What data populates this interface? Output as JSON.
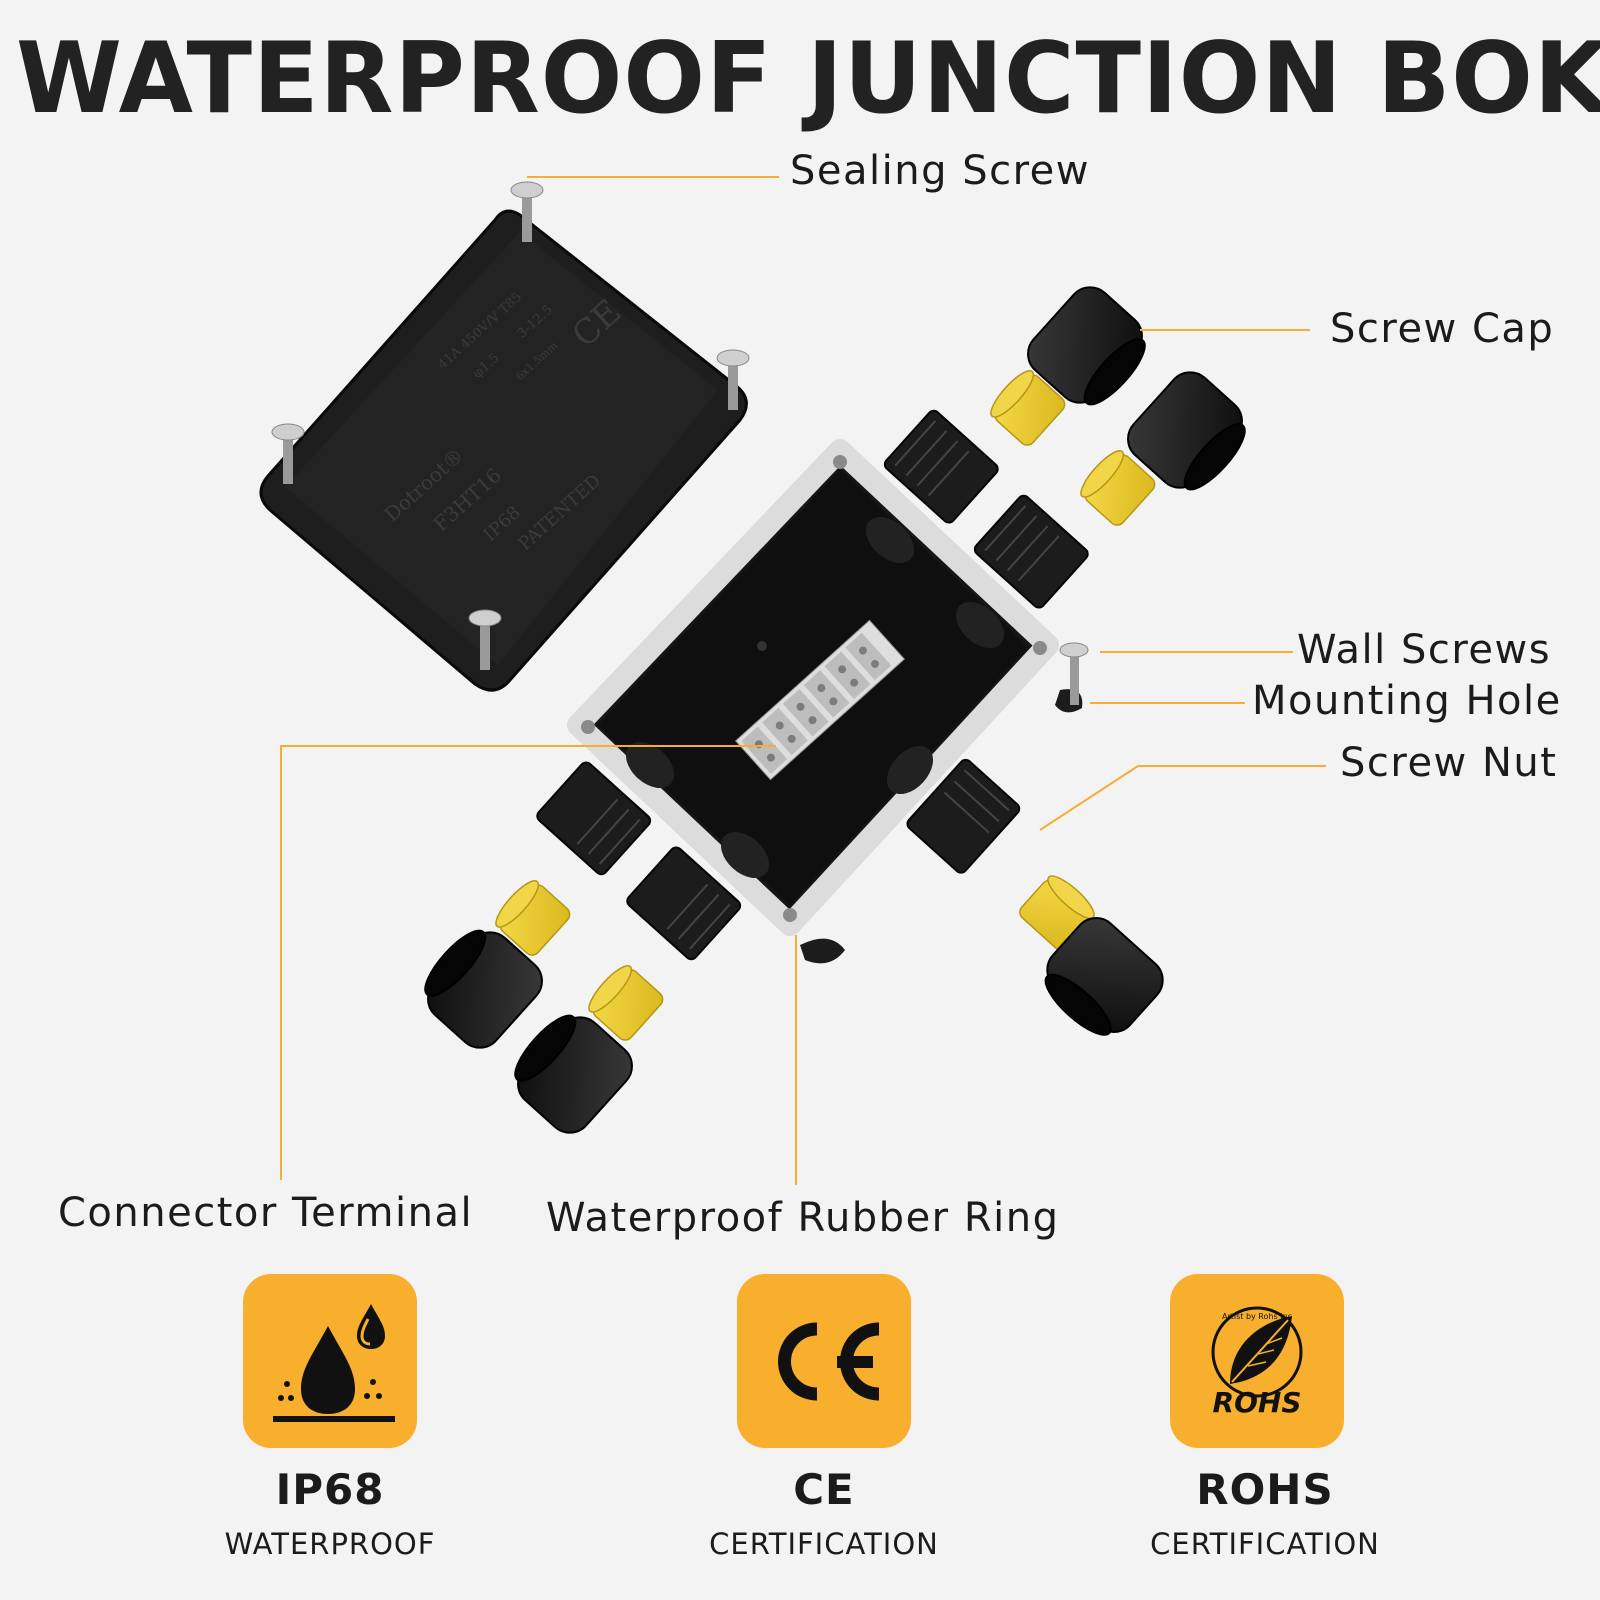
{
  "title": "WATERPROOF JUNCTION BOK",
  "accent_color": "#f6ad33",
  "callouts": {
    "sealing_screw": "Sealing Screw",
    "screw_cap": "Screw Cap",
    "wall_screws": "Wall Screws",
    "mounting_hole": "Mounting Hole",
    "screw_nut": "Screw Nut",
    "connector_terminal": "Connector Terminal",
    "rubber_ring": "Waterproof Rubber Ring"
  },
  "lid_markings": {
    "brand": "Dotroot®",
    "model": "F3HT16",
    "rating": "41A 450V/V T85",
    "range": "3-12.5",
    "wire": "φ1.5",
    "size": "6x1.5mm",
    "ip": "IP68",
    "patent": "PATENTED",
    "ce": "CE"
  },
  "badges": [
    {
      "icon": "water-drops-icon",
      "title": "IP68",
      "subtitle": "WATERPROOF"
    },
    {
      "icon": "ce-mark-icon",
      "title": "CE",
      "subtitle": "CERTIFICATION"
    },
    {
      "icon": "rohs-leaf-icon",
      "title": "ROHS",
      "subtitle": "CERTIFICATION",
      "icon_text": "ROHS",
      "icon_ring_text": "Artist by Rohs Inc"
    }
  ]
}
